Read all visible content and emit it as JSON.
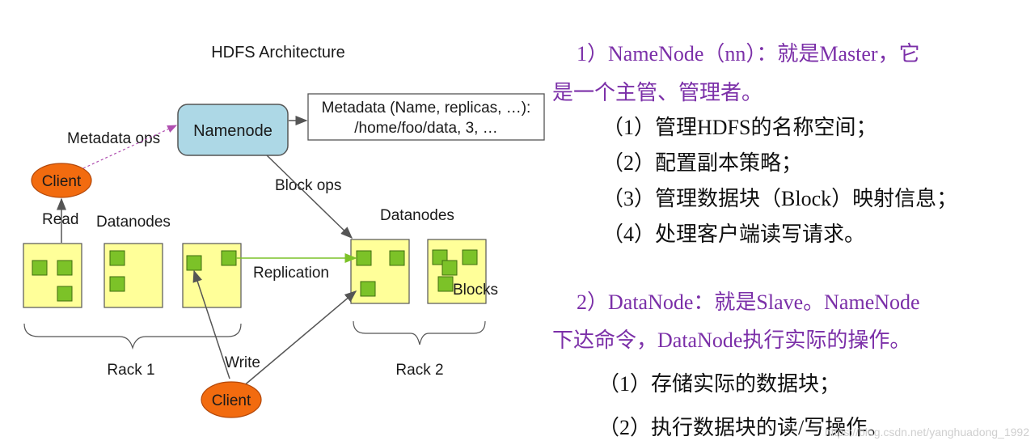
{
  "diagram": {
    "title": "HDFS Architecture",
    "namenode": "Namenode",
    "metadata_line1": "Metadata (Name, replicas, …):",
    "metadata_line2": "/home/foo/data, 3, …",
    "metadata_ops": "Metadata ops",
    "block_ops": "Block ops",
    "client_top": "Client",
    "client_bottom": "Client",
    "read": "Read",
    "write": "Write",
    "datanodes_left": "Datanodes",
    "datanodes_right": "Datanodes",
    "replication": "Replication",
    "blocks": "Blocks",
    "rack1": "Rack 1",
    "rack2": "Rack 2",
    "colors": {
      "namenode_fill": "#add8e6",
      "client_fill": "#f26b0f",
      "datanode_fill": "#ffff99",
      "block_fill": "#7cc228",
      "arrow": "#555555",
      "metadata_arrow": "#b04fb0"
    }
  },
  "notes": {
    "namenode_line1": "1）NameNode（nn）：就是Master，它",
    "namenode_line2": "是一个主管、管理者。",
    "namenode_items": [
      "（1）管理HDFS的名称空间；",
      "（2）配置副本策略；",
      "（3）管理数据块（Block）映射信息；",
      "（4）处理客户端读写请求。"
    ],
    "datanode_line1": "2）DataNode：就是Slave。NameNode",
    "datanode_line2": "下达命令，DataNode执行实际的操作。",
    "datanode_items": [
      "（1）存储实际的数据块；",
      "（2）执行数据块的读/写操作。"
    ],
    "watermark": "https://blog.csdn.net/yanghuadong_1992"
  }
}
